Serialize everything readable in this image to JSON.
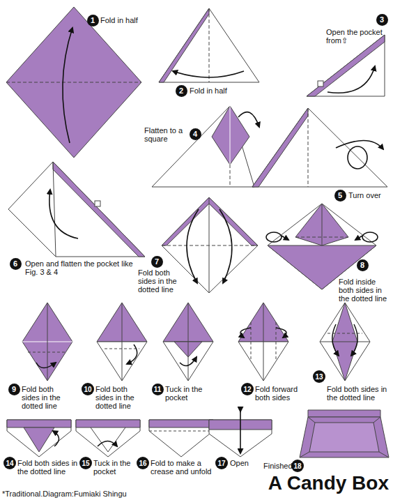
{
  "diagram": {
    "title": "A Candy Box",
    "caption": "*Traditional.Diagram:Fumiaki Shingu",
    "nodes": [
      {
        "text": [
          "1"
        ]
      },
      {
        "text": [
          "2"
        ]
      },
      {
        "text": [
          "3"
        ]
      },
      {
        "text": [
          "4"
        ]
      },
      {
        "text": [
          "5"
        ]
      },
      {
        "text": [
          "6"
        ]
      },
      {
        "text": [
          "7"
        ]
      },
      {
        "text": [
          "8"
        ]
      },
      {
        "text": [
          "9"
        ]
      },
      {
        "text": [
          "10"
        ]
      },
      {
        "text": [
          "11"
        ]
      },
      {
        "text": [
          "12"
        ]
      },
      {
        "text": [
          "13"
        ]
      },
      {
        "text": [
          "14"
        ]
      },
      {
        "text": [
          "15"
        ]
      },
      {
        "text": [
          "16"
        ]
      },
      {
        "text": [
          "17"
        ]
      },
      {
        "text": [
          "18"
        ]
      }
    ],
    "labels": [
      "Fold in half",
      "Fold in half",
      "Open the pocket from⇧",
      "Flatten to a square",
      "Turn over",
      "Open and flatten the pocket like Fig. 3 & 4",
      "Fold both sides in the dotted line",
      "Fold inside both sides in the dotted line",
      "Fold both sides in the dotted line",
      "Fold both sides in the dotted line",
      "Tuck in the pocket",
      "Fold forward both sides",
      "Fold both sides in the dotted line",
      "Fold both sides in the dotted line",
      "Tuck in the pocket",
      "Fold to make a crease and unfold",
      "Open",
      "Finished"
    ]
  }
}
